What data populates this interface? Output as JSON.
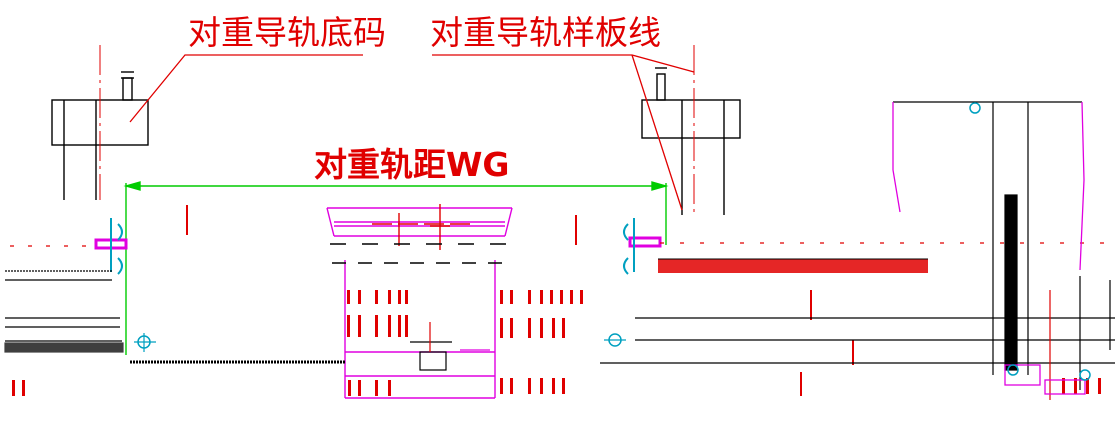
{
  "labels": {
    "counterweight_rail_base": "对重导轨底码",
    "counterweight_rail_template_line": "对重导轨样板线",
    "counterweight_rail_distance": "对重轨距WG"
  },
  "colors": {
    "red": "#e00000",
    "green": "#00cc00",
    "magenta": "#e000e0",
    "cyan": "#00a0c0",
    "black": "#000000",
    "background": "#ffffff"
  }
}
